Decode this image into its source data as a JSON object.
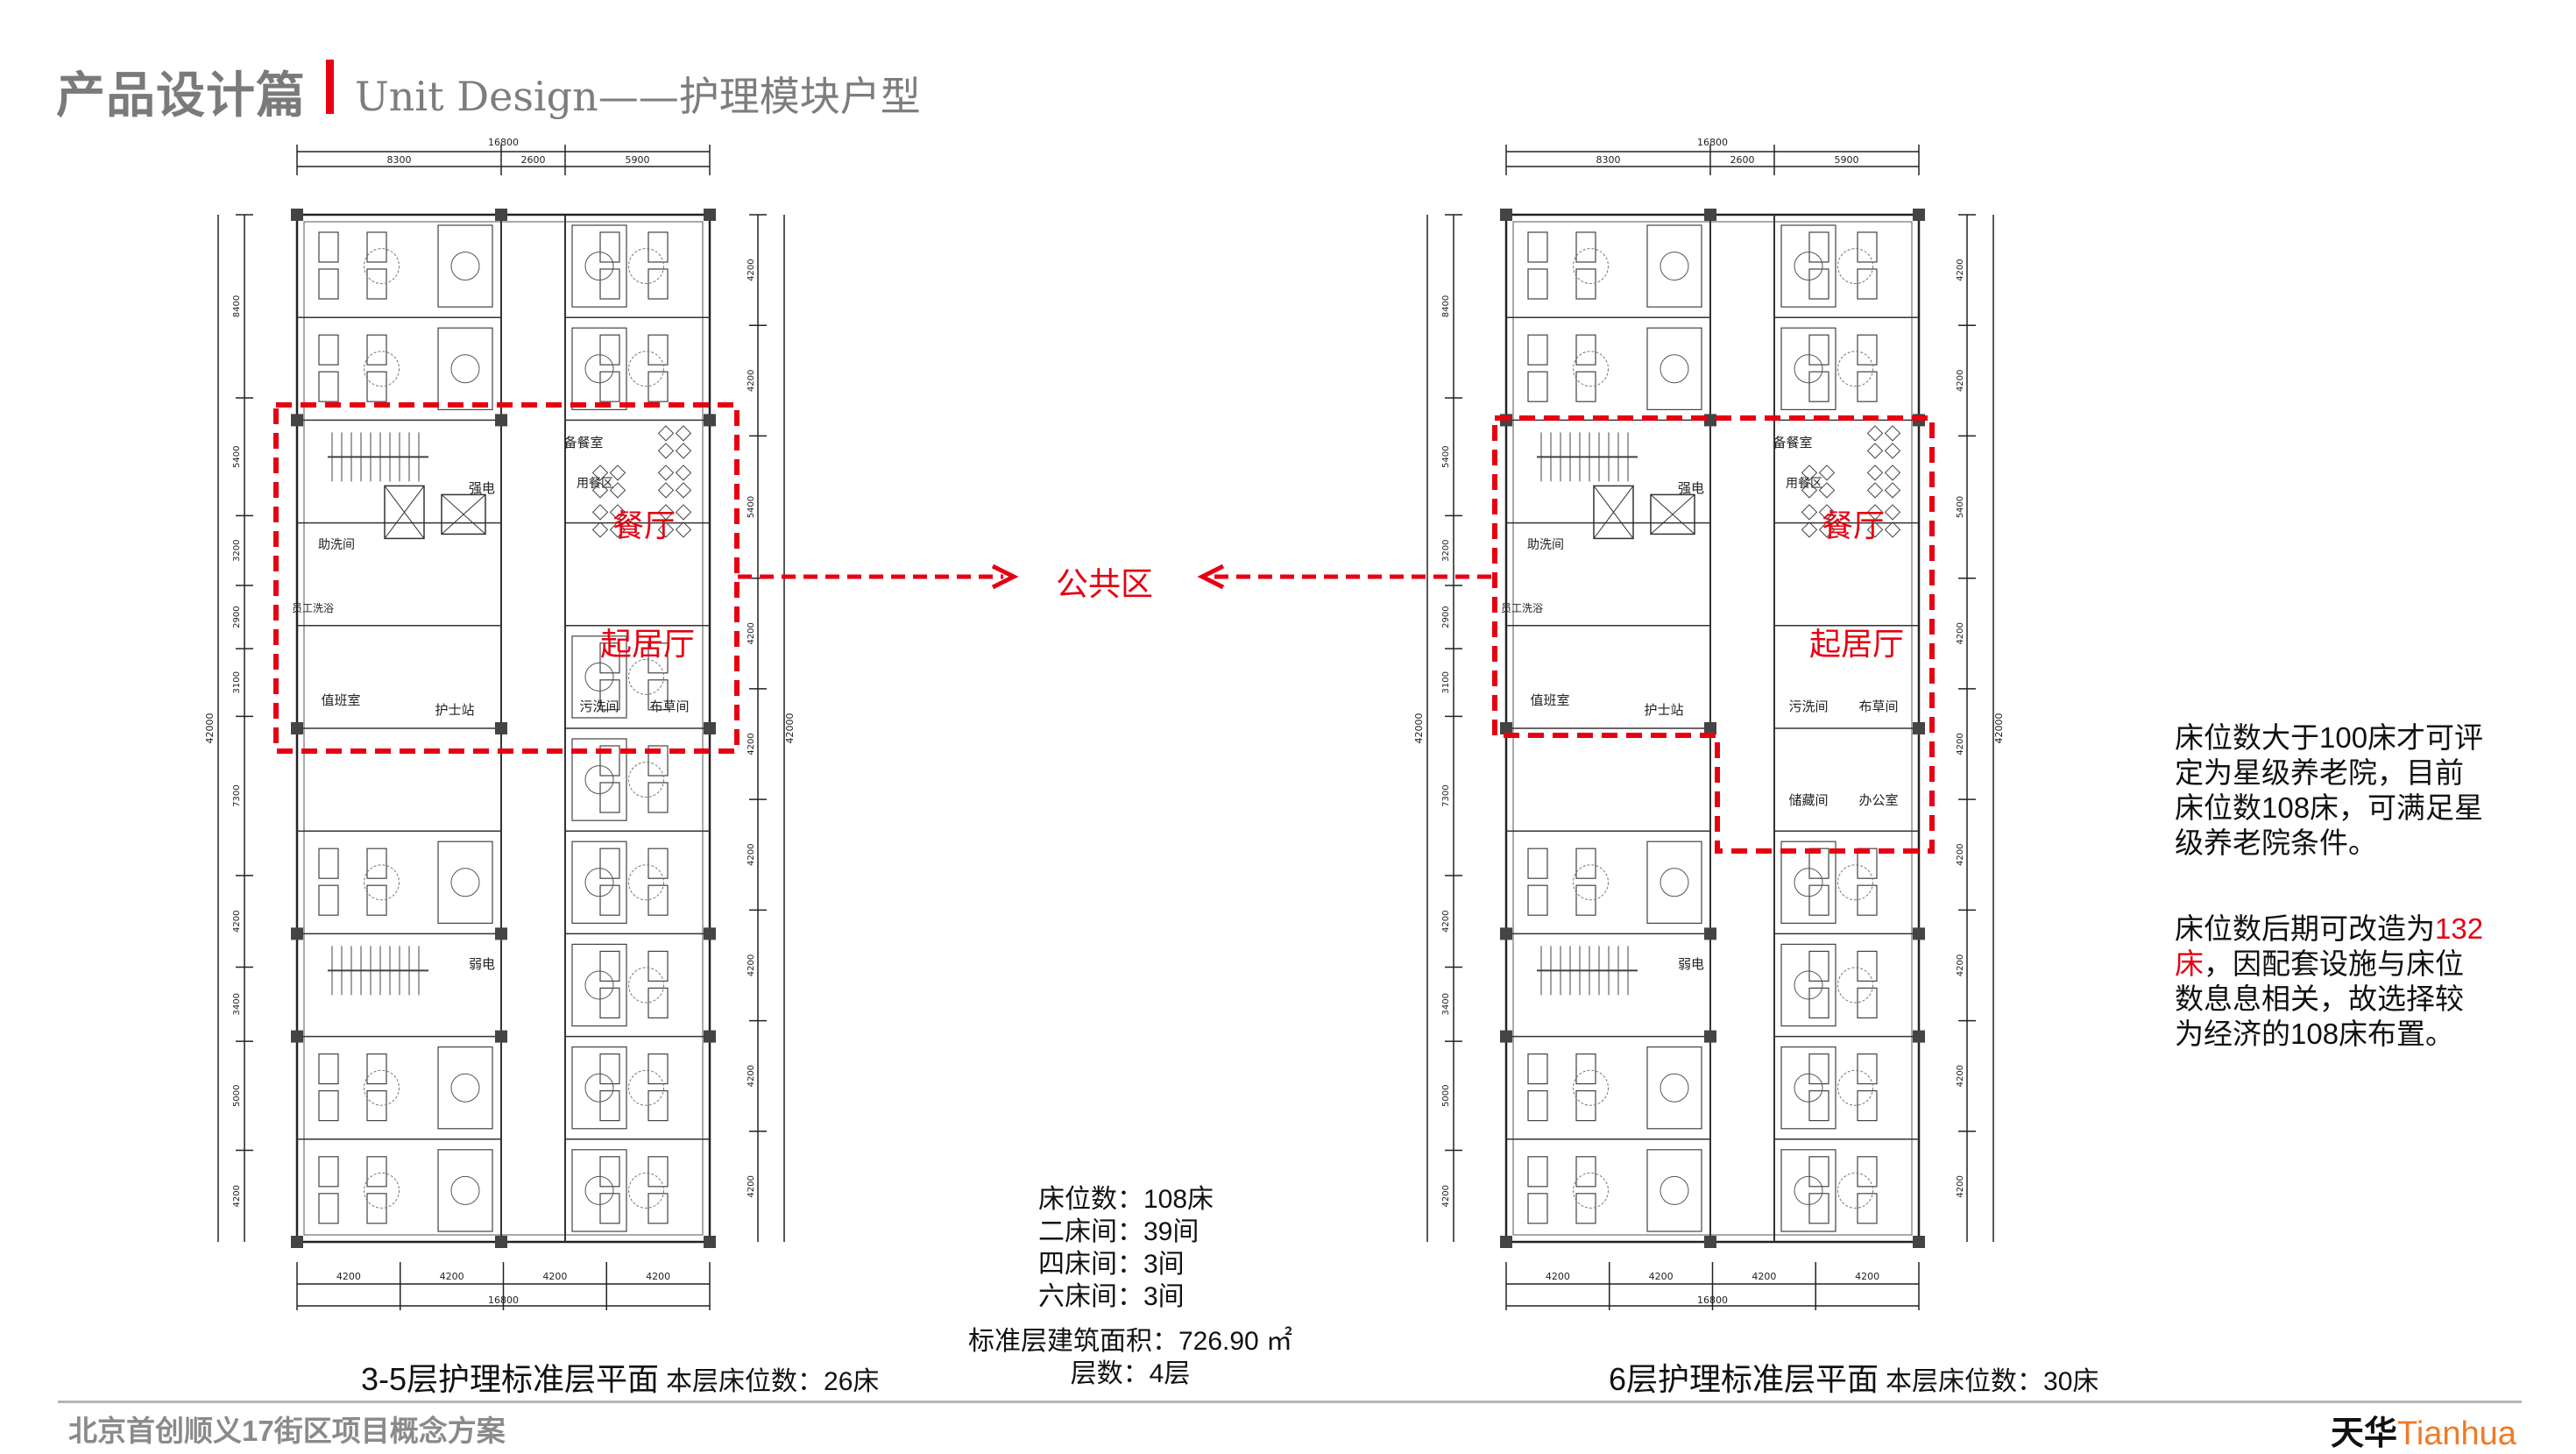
{
  "header": {
    "title": "产品设计篇",
    "subtitle": "Unit Design——护理模块户型"
  },
  "public_zone_label": "公共区",
  "plans": [
    {
      "caption": "3-5层护理标准层平面",
      "bed_count": "本层床位数：26床",
      "dims_top_total": "16800",
      "dims_top": [
        "8300",
        "2600",
        "5900"
      ],
      "dims_bottom": [
        "4200",
        "4200",
        "4200",
        "4200"
      ],
      "dims_bottom_total": "16800",
      "dims_left": [
        "8400",
        "5400",
        "3200",
        "2900",
        "3100",
        "7300",
        "4200",
        "3400",
        "5000",
        "4200"
      ],
      "dims_left_total": "42000",
      "dims_right": [
        "4200",
        "4200",
        "5400",
        "4200",
        "4200",
        "4200",
        "4200",
        "4200",
        "4200"
      ],
      "dims_right_total": "42000",
      "rooms": {
        "pantry": "备餐室",
        "dining_area": "用餐区",
        "dining_hall": "餐厅",
        "living_hall": "起居厅",
        "strong_elec": "强电",
        "assisted_bath": "助洗间",
        "staff_shower": "员工洗浴",
        "duty_room": "值班室",
        "nurse_station": "护士站",
        "dirty_utility": "污洗间",
        "linen_room": "布草间",
        "weak_elec": "弱电"
      }
    },
    {
      "caption": "6层护理标准层平面",
      "bed_count": "本层床位数：30床",
      "dims_top_total": "16800",
      "dims_top": [
        "8300",
        "2600",
        "5900"
      ],
      "dims_bottom": [
        "4200",
        "4200",
        "4200",
        "4200"
      ],
      "dims_bottom_total": "16800",
      "dims_left": [
        "8400",
        "5400",
        "3200",
        "2900",
        "3100",
        "7300",
        "4200",
        "3400",
        "5000",
        "4200"
      ],
      "dims_left_total": "42000",
      "dims_right": [
        "4200",
        "4200",
        "5400",
        "4200",
        "4200",
        "4200",
        "4200",
        "4200",
        "4200"
      ],
      "dims_right_total": "42000",
      "rooms": {
        "pantry": "备餐室",
        "dining_area": "用餐区",
        "dining_hall": "餐厅",
        "living_hall": "起居厅",
        "strong_elec": "强电",
        "assisted_bath": "助洗间",
        "staff_shower": "员工洗浴",
        "duty_room": "值班室",
        "nurse_station": "护士站",
        "dirty_utility": "污洗间",
        "linen_room": "布草间",
        "weak_elec": "弱电",
        "storage": "储藏间",
        "office": "办公室"
      }
    }
  ],
  "stats": {
    "beds": "床位数：108床",
    "double_rooms": "二床间：39间",
    "quad_rooms": "四床间：3间",
    "six_rooms": "六床间：3间",
    "floor_area": "标准层建筑面积：726.90 ㎡",
    "floors": "层数：4层"
  },
  "notes": {
    "note1_lines": [
      "床位数大于100床才可评",
      "定为星级养老院，目前",
      "床位数108床，可满足星",
      "级养老院条件。"
    ],
    "note2": {
      "line1_pre": "床位数后期可改造为",
      "line1_red": "132",
      "line2_red": "床",
      "line2_post": "，因配套设施与床位",
      "line3": "数息息相关，故选择较",
      "line4": "为经济的108床布置。"
    }
  },
  "footer": {
    "project": "北京首创顺义17街区项目概念方案",
    "logo_cn": "天华",
    "logo_en": "Tianhua"
  },
  "colors": {
    "accent_red": "#e60012",
    "logo_orange": "#f07a26",
    "title_gray": "#7a7a7a"
  }
}
